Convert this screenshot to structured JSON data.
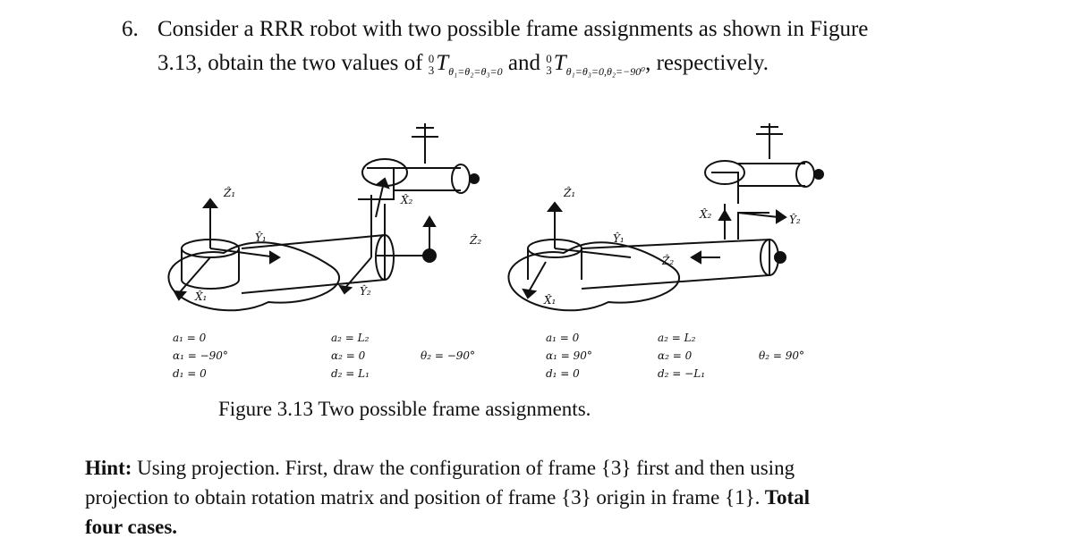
{
  "question": {
    "number": "6.",
    "line1": "Consider a RRR robot with two possible frame assignments as shown in Figure",
    "line2_start": "3.13, obtain the two values of",
    "transform1": {
      "sup": "0",
      "pre_sub": "3",
      "symbol": "T",
      "sub": "θ₁=θ₂=θ₃=0"
    },
    "and": "and",
    "transform2": {
      "sup": "0",
      "pre_sub": "3",
      "symbol": "T",
      "sub": "θ₁=θ₃=0,θ₂=−90⁰"
    },
    "line2_end": ", respectively."
  },
  "figure": {
    "left_labels": {
      "z1": "Ẑ₁",
      "y1": "Ŷ₁",
      "x1": "X̂₁",
      "x2": "X̂₂",
      "y2": "Ŷ₂",
      "z2": "Ẑ₂"
    },
    "right_labels": {
      "z1": "Ẑ₁",
      "y1": "Ŷ₁",
      "x1": "X̂₁",
      "x2": "X̂₂",
      "y2": "Ŷ₂",
      "z2": "Ẑ₂"
    },
    "left_params": {
      "col1": [
        "a₁ = 0",
        "α₁ = −90°",
        "d₁ = 0"
      ],
      "col2": [
        "a₂ = L₂",
        "α₂ = 0",
        "d₂ = L₁"
      ],
      "col3": "θ₂ = −90°"
    },
    "right_params": {
      "col1": [
        "a₁ = 0",
        "α₁ = 90°",
        "d₁ = 0"
      ],
      "col2": [
        "a₂ = L₂",
        "α₂ = 0",
        "d₂ = −L₁"
      ],
      "col3": "θ₂ = 90°"
    },
    "caption": "Figure 3.13 Two possible frame assignments."
  },
  "hint": {
    "label": "Hint:",
    "text1": " Using projection. First, draw the configuration of frame {3} first and then using",
    "text2": "projection to obtain rotation matrix and position of frame {3} origin in frame {1}.",
    "bold_end": " Total",
    "bold_line3": "four cases."
  }
}
